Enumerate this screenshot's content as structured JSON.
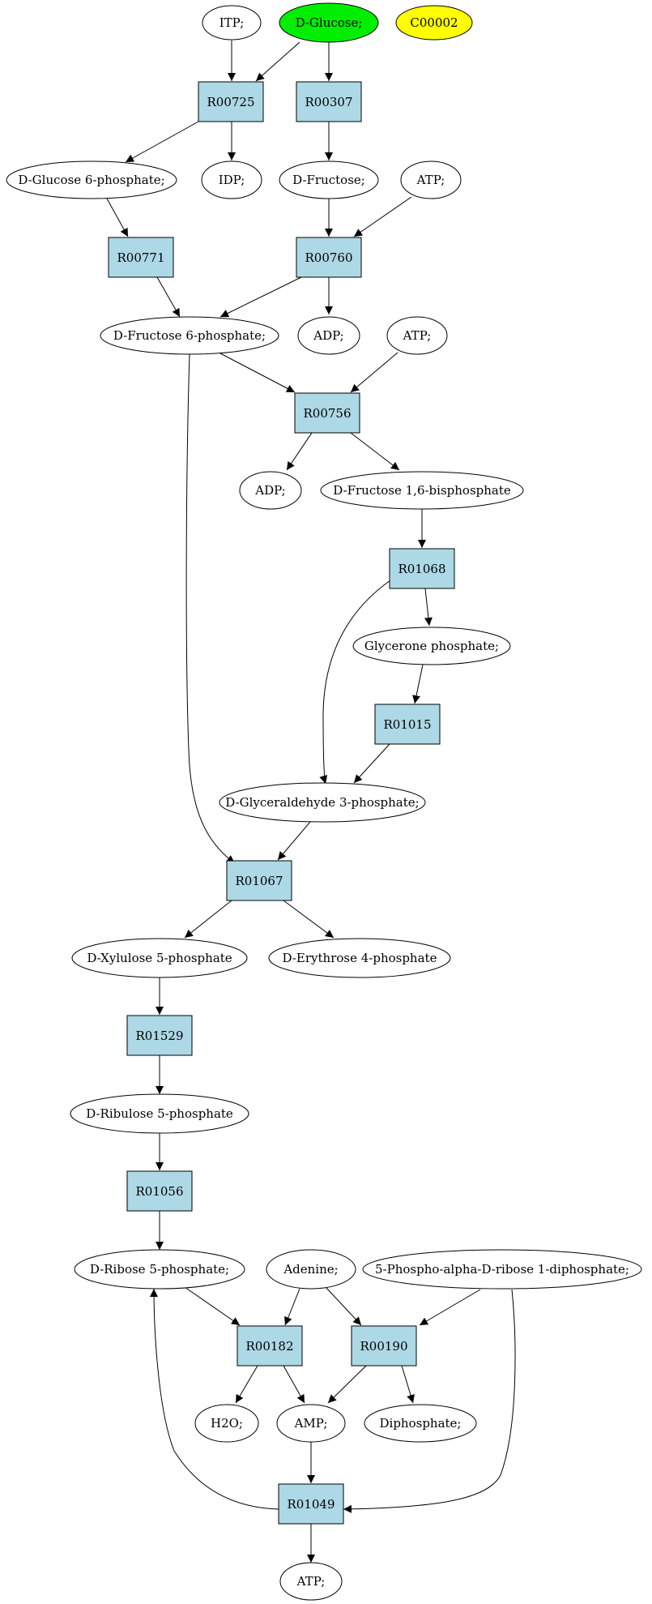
{
  "nodes": {
    "itp": {
      "label": "ITP;",
      "kind": "compound",
      "color": "#ffffff"
    },
    "glucose": {
      "label": "D-Glucose;",
      "kind": "compound",
      "color": "#00ee00"
    },
    "c00002": {
      "label": "C00002",
      "kind": "compound",
      "color": "#ffff00"
    },
    "r00725": {
      "label": "R00725",
      "kind": "reaction",
      "color": "#add8e6"
    },
    "r00307": {
      "label": "R00307",
      "kind": "reaction",
      "color": "#add8e6"
    },
    "g6p": {
      "label": "D-Glucose 6-phosphate;",
      "kind": "compound",
      "color": "#ffffff"
    },
    "idp": {
      "label": "IDP;",
      "kind": "compound",
      "color": "#ffffff"
    },
    "fructose": {
      "label": "D-Fructose;",
      "kind": "compound",
      "color": "#ffffff"
    },
    "atp1": {
      "label": "ATP;",
      "kind": "compound",
      "color": "#ffffff"
    },
    "r00771": {
      "label": "R00771",
      "kind": "reaction",
      "color": "#add8e6"
    },
    "r00760": {
      "label": "R00760",
      "kind": "reaction",
      "color": "#add8e6"
    },
    "f6p": {
      "label": "D-Fructose 6-phosphate;",
      "kind": "compound",
      "color": "#ffffff"
    },
    "adp1": {
      "label": "ADP;",
      "kind": "compound",
      "color": "#ffffff"
    },
    "atp2": {
      "label": "ATP;",
      "kind": "compound",
      "color": "#ffffff"
    },
    "r00756": {
      "label": "R00756",
      "kind": "reaction",
      "color": "#add8e6"
    },
    "adp2": {
      "label": "ADP;",
      "kind": "compound",
      "color": "#ffffff"
    },
    "fbp": {
      "label": "D-Fructose 1,6-bisphosphate",
      "kind": "compound",
      "color": "#ffffff"
    },
    "r01068": {
      "label": "R01068",
      "kind": "reaction",
      "color": "#add8e6"
    },
    "glycerone": {
      "label": "Glycerone phosphate;",
      "kind": "compound",
      "color": "#ffffff"
    },
    "r01015": {
      "label": "R01015",
      "kind": "reaction",
      "color": "#add8e6"
    },
    "g3p": {
      "label": "D-Glyceraldehyde 3-phosphate;",
      "kind": "compound",
      "color": "#ffffff"
    },
    "r01067": {
      "label": "R01067",
      "kind": "reaction",
      "color": "#add8e6"
    },
    "xylulose": {
      "label": "D-Xylulose 5-phosphate",
      "kind": "compound",
      "color": "#ffffff"
    },
    "erythrose": {
      "label": "D-Erythrose 4-phosphate",
      "kind": "compound",
      "color": "#ffffff"
    },
    "r01529": {
      "label": "R01529",
      "kind": "reaction",
      "color": "#add8e6"
    },
    "ribulose": {
      "label": "D-Ribulose 5-phosphate",
      "kind": "compound",
      "color": "#ffffff"
    },
    "r01056": {
      "label": "R01056",
      "kind": "reaction",
      "color": "#add8e6"
    },
    "ribose": {
      "label": "D-Ribose 5-phosphate;",
      "kind": "compound",
      "color": "#ffffff"
    },
    "adenine": {
      "label": "Adenine;",
      "kind": "compound",
      "color": "#ffffff"
    },
    "prpp": {
      "label": "5-Phospho-alpha-D-ribose 1-diphosphate;",
      "kind": "compound",
      "color": "#ffffff"
    },
    "r00182": {
      "label": "R00182",
      "kind": "reaction",
      "color": "#add8e6"
    },
    "r00190": {
      "label": "R00190",
      "kind": "reaction",
      "color": "#add8e6"
    },
    "h2o": {
      "label": "H2O;",
      "kind": "compound",
      "color": "#ffffff"
    },
    "amp": {
      "label": "AMP;",
      "kind": "compound",
      "color": "#ffffff"
    },
    "diphosphate": {
      "label": "Diphosphate;",
      "kind": "compound",
      "color": "#ffffff"
    },
    "r01049": {
      "label": "R01049",
      "kind": "reaction",
      "color": "#add8e6"
    },
    "atp3": {
      "label": "ATP;",
      "kind": "compound",
      "color": "#ffffff"
    }
  },
  "edges": [
    {
      "from": "itp",
      "to": "r00725"
    },
    {
      "from": "glucose",
      "to": "r00725"
    },
    {
      "from": "glucose",
      "to": "r00307"
    },
    {
      "from": "r00725",
      "to": "g6p"
    },
    {
      "from": "r00725",
      "to": "idp"
    },
    {
      "from": "r00307",
      "to": "fructose"
    },
    {
      "from": "g6p",
      "to": "r00771"
    },
    {
      "from": "fructose",
      "to": "r00760"
    },
    {
      "from": "atp1",
      "to": "r00760"
    },
    {
      "from": "r00771",
      "to": "f6p"
    },
    {
      "from": "r00760",
      "to": "f6p"
    },
    {
      "from": "r00760",
      "to": "adp1"
    },
    {
      "from": "f6p",
      "to": "r00756"
    },
    {
      "from": "atp2",
      "to": "r00756"
    },
    {
      "from": "f6p",
      "to": "r01067"
    },
    {
      "from": "r00756",
      "to": "adp2"
    },
    {
      "from": "r00756",
      "to": "fbp"
    },
    {
      "from": "fbp",
      "to": "r01068"
    },
    {
      "from": "r01068",
      "to": "glycerone"
    },
    {
      "from": "r01068",
      "to": "g3p"
    },
    {
      "from": "glycerone",
      "to": "r01015"
    },
    {
      "from": "r01015",
      "to": "g3p"
    },
    {
      "from": "g3p",
      "to": "r01067"
    },
    {
      "from": "r01067",
      "to": "xylulose"
    },
    {
      "from": "r01067",
      "to": "erythrose"
    },
    {
      "from": "xylulose",
      "to": "r01529"
    },
    {
      "from": "r01529",
      "to": "ribulose"
    },
    {
      "from": "ribulose",
      "to": "r01056"
    },
    {
      "from": "r01056",
      "to": "ribose"
    },
    {
      "from": "ribose",
      "to": "r00182"
    },
    {
      "from": "adenine",
      "to": "r00182"
    },
    {
      "from": "adenine",
      "to": "r00190"
    },
    {
      "from": "prpp",
      "to": "r00190"
    },
    {
      "from": "prpp",
      "to": "r01049"
    },
    {
      "from": "r00182",
      "to": "h2o"
    },
    {
      "from": "r00182",
      "to": "amp"
    },
    {
      "from": "r00190",
      "to": "amp"
    },
    {
      "from": "r00190",
      "to": "diphosphate"
    },
    {
      "from": "amp",
      "to": "r01049"
    },
    {
      "from": "r01049",
      "to": "atp3"
    },
    {
      "from": "r01049",
      "to": "ribose"
    }
  ]
}
